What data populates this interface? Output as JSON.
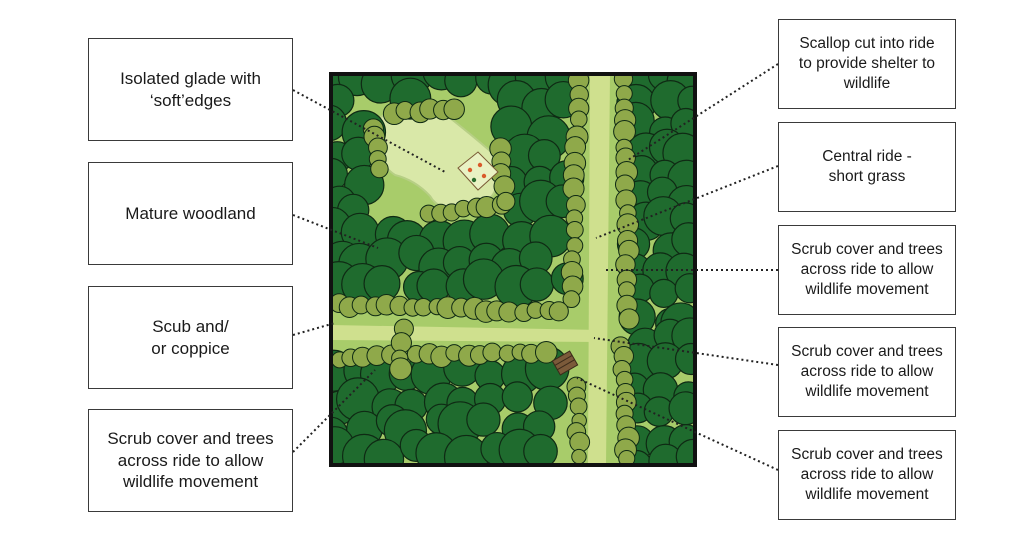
{
  "labels": {
    "isolated_glade": "Isolated glade with\n‘soft’edges",
    "mature_woodland": "Mature woodland",
    "scub_coppice": "Scub and/\nor coppice",
    "scrub_left": "Scrub cover and trees\nacross ride to allow\nwildlife movement",
    "scallop": "Scallop cut into ride\nto provide shelter to\nwildlife",
    "central_ride": "Central ride -\nshort grass",
    "scrub_right_1": "Scrub cover and trees\nacross ride to allow\nwildlife movement",
    "scrub_right_2": "Scrub cover and trees\nacross ride to allow\nwildlife movement",
    "scrub_right_3": "Scrub cover and trees\nacross ride to allow\nwildlife movement"
  },
  "colors": {
    "dark_tree": "#1f6b2e",
    "tree_outline": "#0f2a14",
    "scrub": "#8fa94a",
    "ride_grass": "#a8cc6a",
    "ride_center": "#cfe08e",
    "glade": "#d9e8a8",
    "map_background": "#a8cc6a"
  },
  "icons": [
    "bench-icon",
    "picnic-area-icon"
  ]
}
